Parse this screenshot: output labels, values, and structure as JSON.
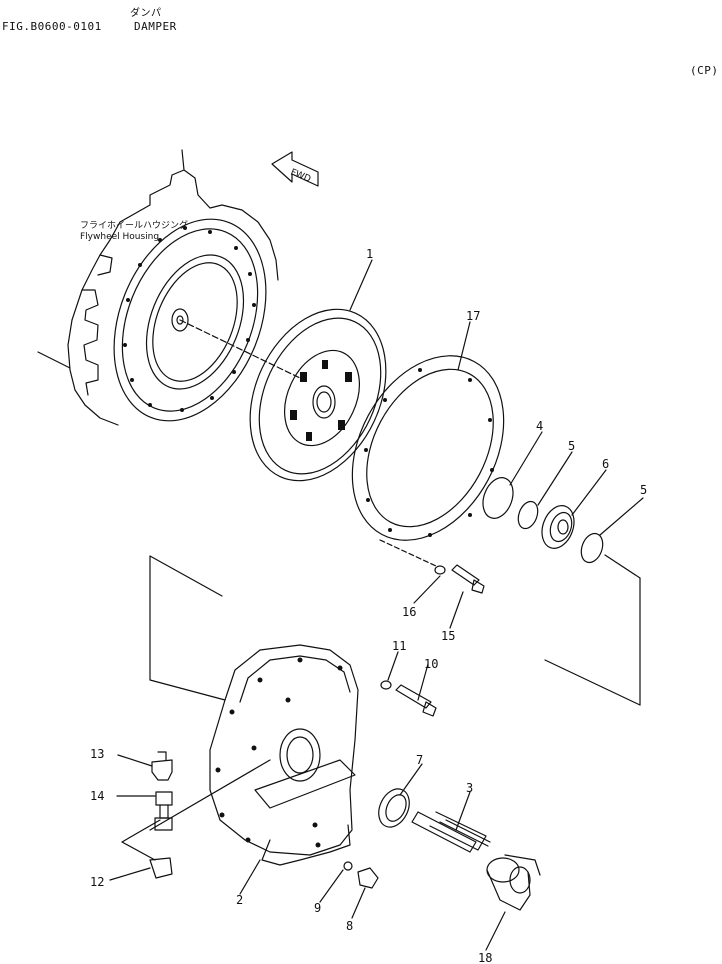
{
  "header": {
    "figure_code": "FIG.B0600-0101",
    "japanese_title": "ダンパ",
    "title": "DAMPER",
    "cp_mark": "(CP)"
  },
  "housing_label": {
    "japanese": "フライホイールハウジング",
    "english": "Flywheel  Housing"
  },
  "fwd_arrow": "FWD",
  "callouts": [
    "1",
    "17",
    "4",
    "5",
    "6",
    "5",
    "16",
    "15",
    "11",
    "10",
    "13",
    "14",
    "7",
    "3",
    "12",
    "2",
    "9",
    "8",
    "18"
  ]
}
